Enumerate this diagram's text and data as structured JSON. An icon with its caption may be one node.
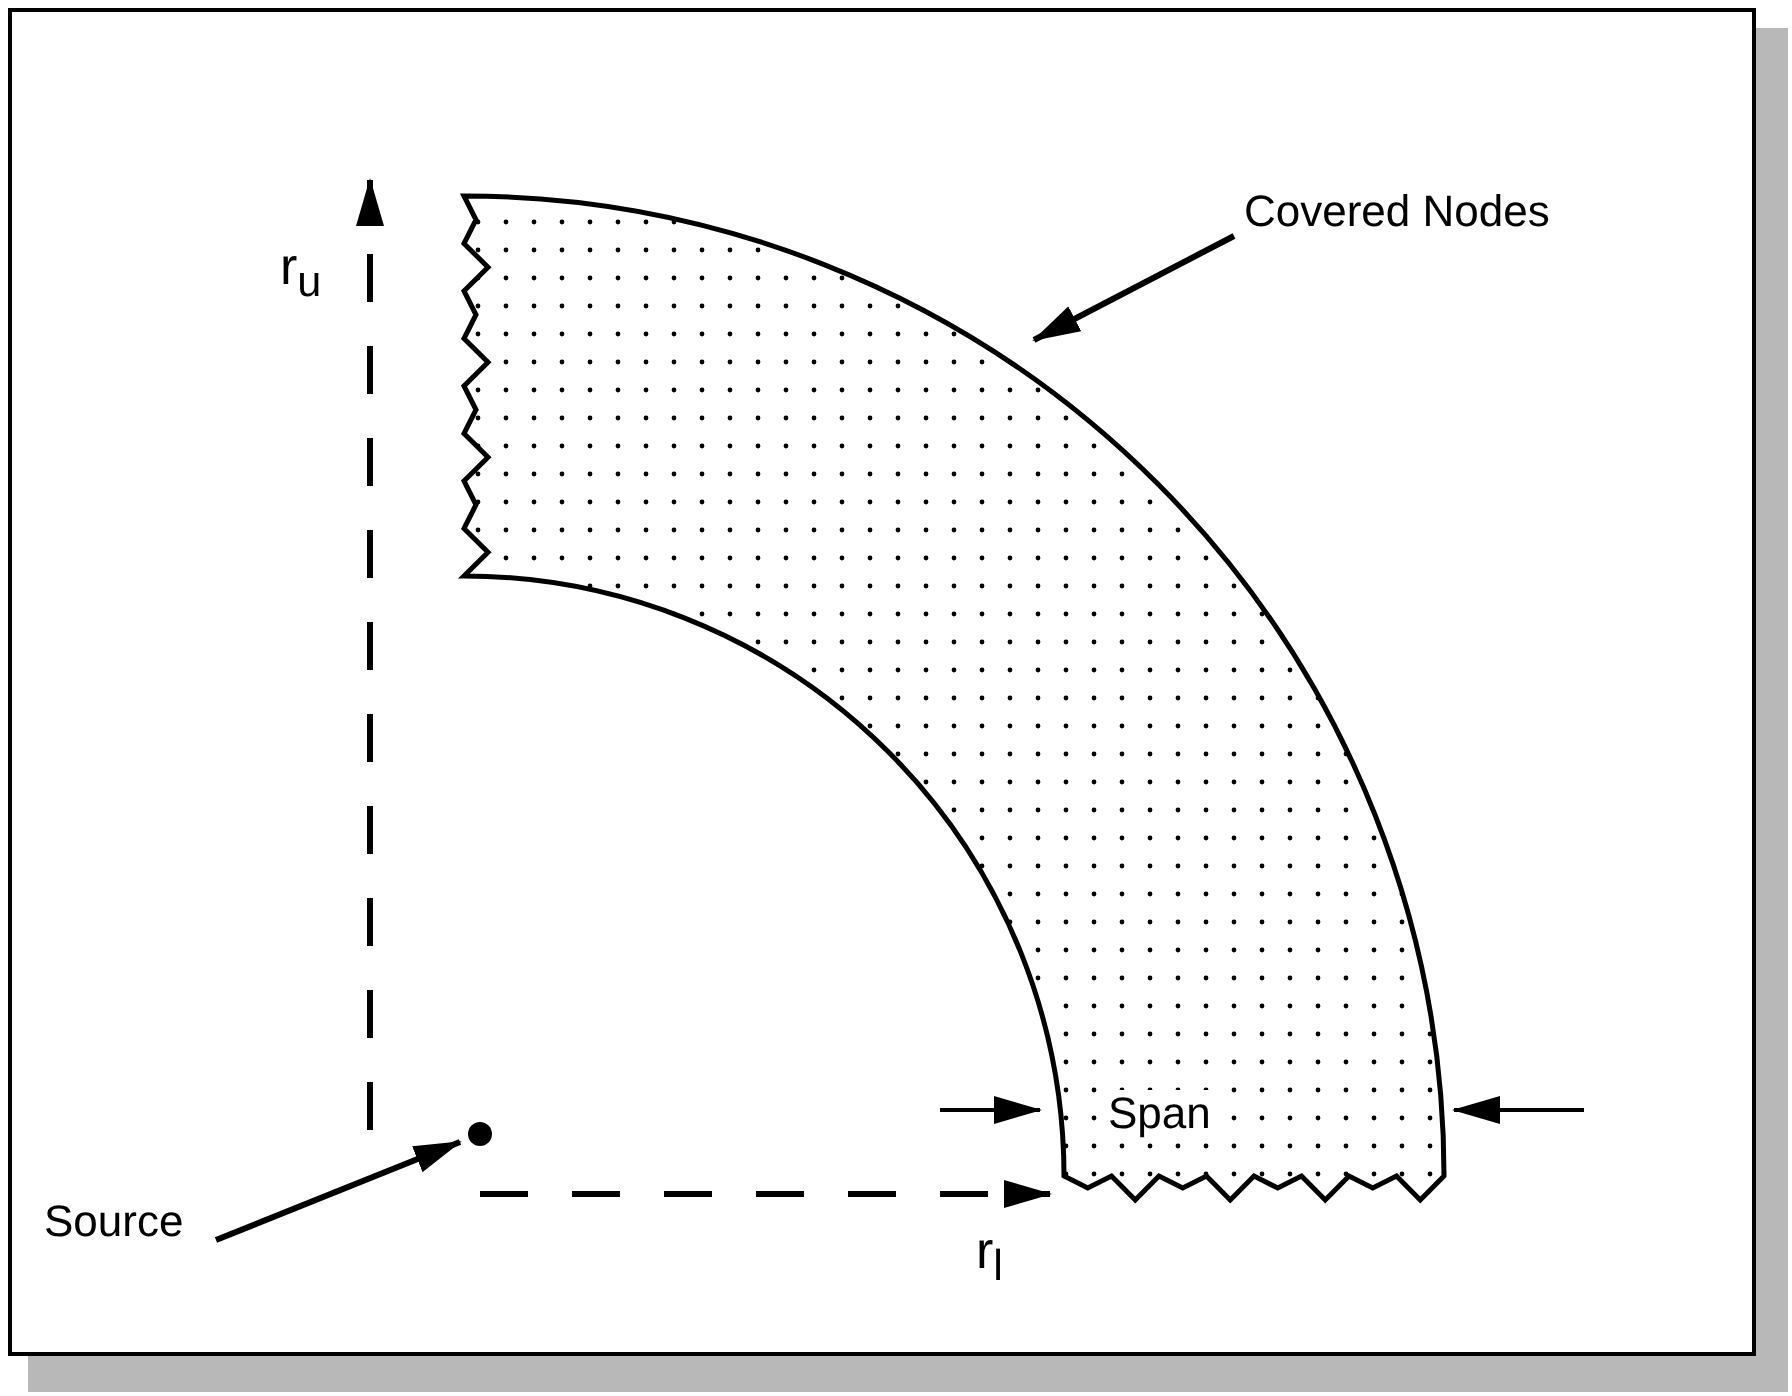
{
  "diagram": {
    "nodes": [
      {
        "text": [
          "Covered Nodes"
        ]
      },
      {
        "text": [
          "Span"
        ]
      },
      {
        "text": [
          "Source"
        ]
      },
      {
        "text": [],
        "shape": "circle"
      }
    ],
    "edges": [
      {
        "from": 0,
        "to": 1,
        "arrow": "to"
      },
      {
        "from": 2,
        "to": 3,
        "arrow": "to"
      }
    ],
    "labels": [
      "r$_{u}$",
      "r$_{l}$"
    ]
  }
}
